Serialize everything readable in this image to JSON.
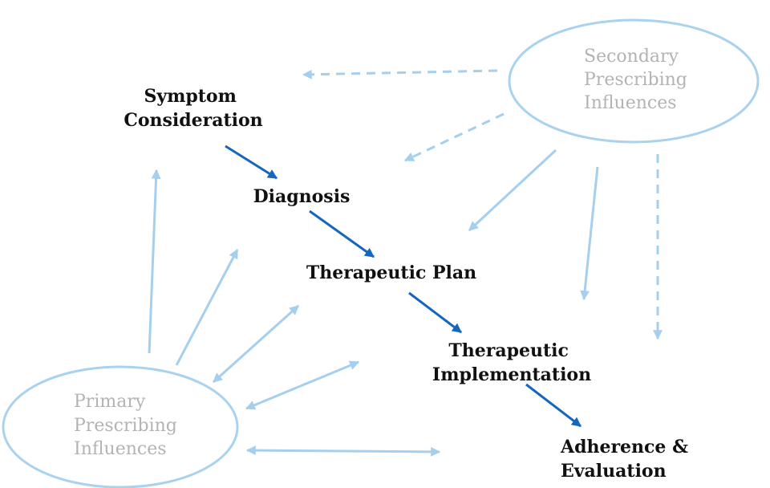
{
  "steps": {
    "symptom": [
      "Symptom",
      "Consideration"
    ],
    "diagnosis": "Diagnosis",
    "plan": "Therapeutic Plan",
    "implementation": [
      "Therapeutic",
      "Implementation"
    ],
    "adherence": [
      "Adherence &",
      "Evaluation"
    ]
  },
  "influences": {
    "primary": [
      "Primary",
      "Prescribing",
      "Influences"
    ],
    "secondary": [
      "Secondary",
      "Prescribing",
      "Influences"
    ]
  },
  "colors": {
    "flow_arrow": "#1466bf",
    "influence_arrow": "#a6cfee",
    "ellipse_stroke": "#a9d2ee",
    "step_text": "#111111",
    "influence_text": "#b3b3b3"
  }
}
